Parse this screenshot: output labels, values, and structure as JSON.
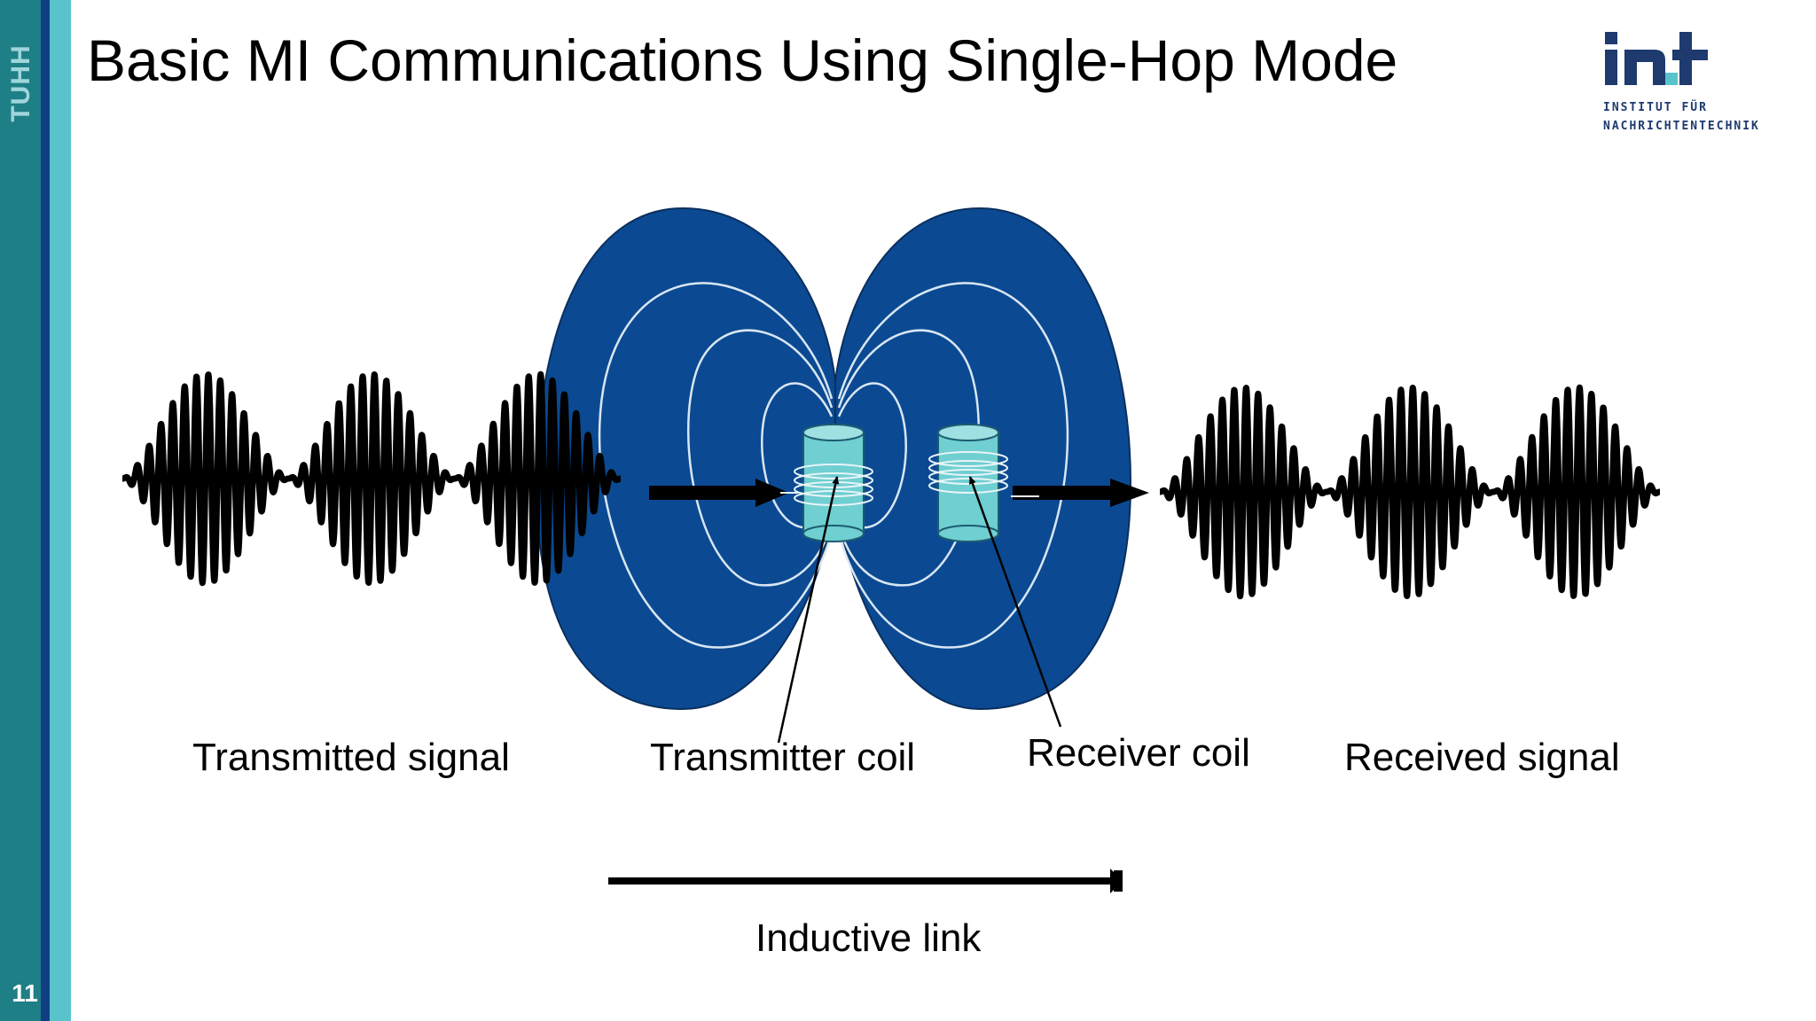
{
  "slide": {
    "title": "Basic MI Communications Using Single-Hop Mode",
    "page_number": "11"
  },
  "sidebar": {
    "brand": "TUHH",
    "colors": {
      "teal": "#1f7f86",
      "navy": "#0f3f82",
      "cyan": "#59c3cc"
    }
  },
  "logo": {
    "mark": "int",
    "line1": "INSTITUT FÜR",
    "line2": "NACHRICHTENTECHNIK",
    "color": "#1e3a6e"
  },
  "diagram": {
    "labels": {
      "transmitted_signal": "Transmitted signal",
      "transmitter_coil": "Transmitter coil",
      "receiver_coil": "Receiver coil",
      "received_signal": "Received signal",
      "inductive_link": "Inductive link"
    },
    "colors": {
      "field": "#0b4a92",
      "field_lines": "#d9e6f4",
      "coil": "#6fcfd1",
      "signal": "#000000"
    }
  }
}
